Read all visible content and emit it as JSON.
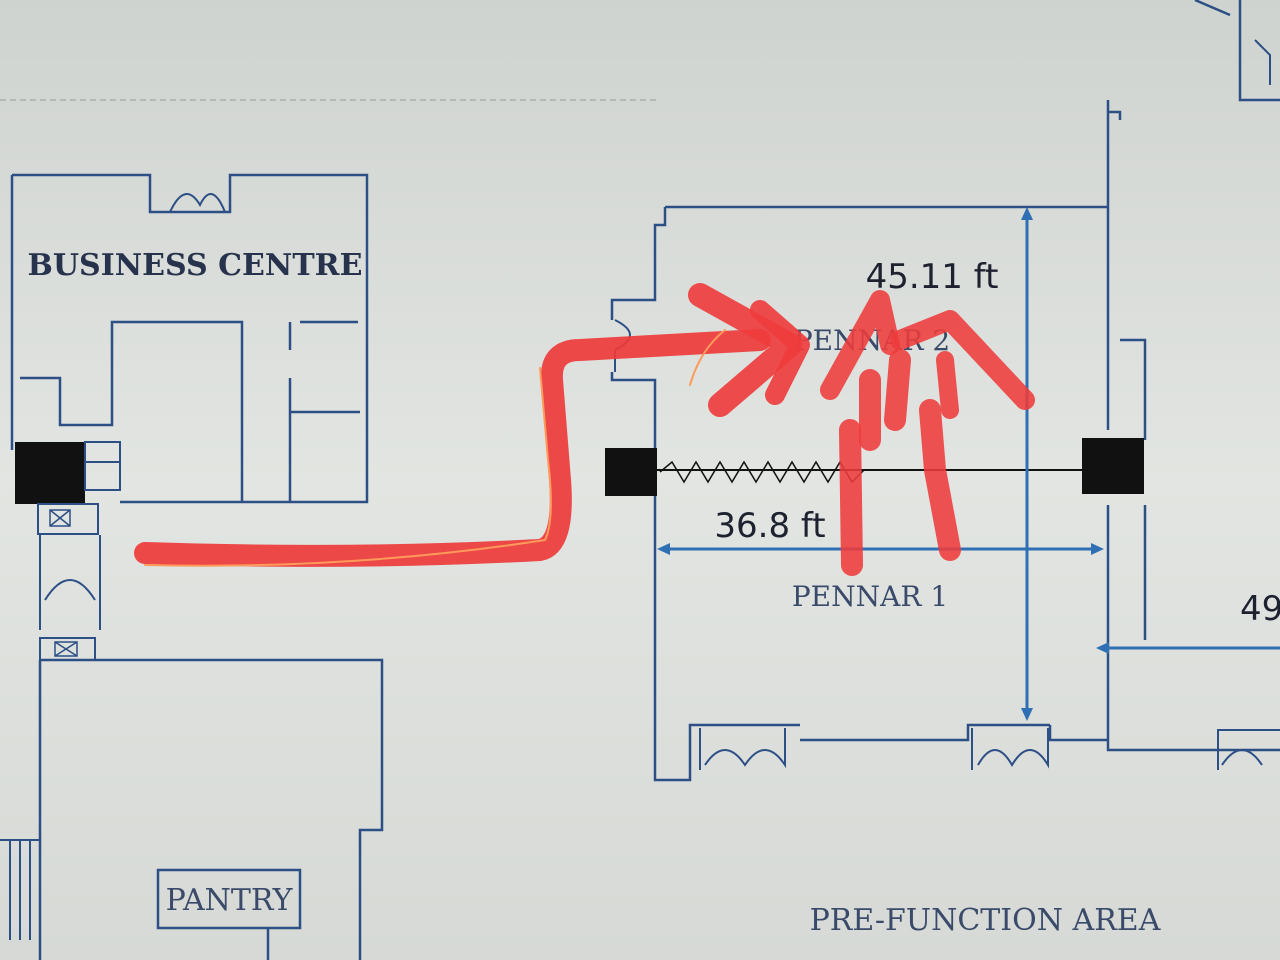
{
  "rooms": {
    "business_centre": "BUSINESS CENTRE",
    "pennar_2": "PENNAR 2",
    "pennar_1": "PENNAR 1",
    "pantry": "PANTRY",
    "pre_function": "PRE-FUNCTION AREA"
  },
  "dimensions": {
    "height": "45.11 ft",
    "width": "36.8 ft",
    "partial": "49"
  },
  "colors": {
    "wall": "#2c4f86",
    "dimension_arrow": "#2f6fb3",
    "column": "#111111",
    "annotation": "#ee3b3b",
    "annotation_highlight": "#ff9a5a",
    "background": "#d9dcd8"
  }
}
